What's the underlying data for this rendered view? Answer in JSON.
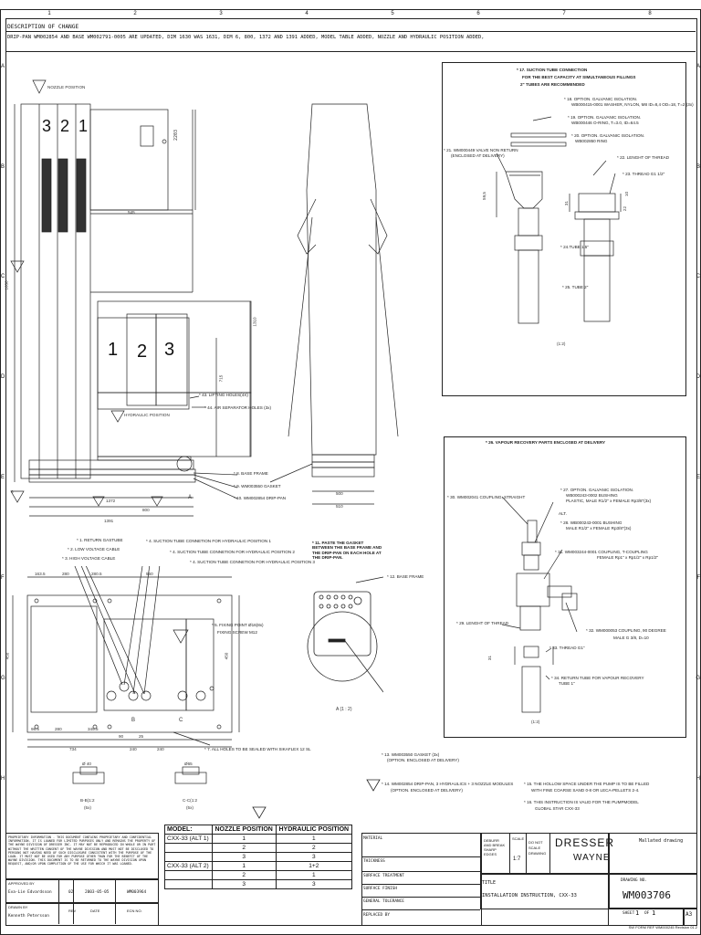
{
  "zones": {
    "cols": [
      "1",
      "2",
      "3",
      "4",
      "5",
      "6",
      "7",
      "8"
    ],
    "rows": [
      "A",
      "B",
      "C",
      "D",
      "E",
      "F",
      "G",
      "H"
    ]
  },
  "revision": {
    "header": "DESCRIPTION OF CHANGE",
    "text": "DRIP-PAN WM002854 AND BASE WM002791-0005 ARE UPDATED, DIM 1630 WAS 1631, DIM 6, 800, 1372 AND 1391  ADDED, MODEL TABLE ADDED,  NOZZLE AND HYDRAULIC POSITION ADDED,"
  },
  "front_view": {
    "nozzle_label": "NOZZLE POSITION",
    "nozzle_numbers": [
      "3",
      "2",
      "1"
    ],
    "hydraulic_numbers": [
      "1",
      "2",
      "3"
    ],
    "hydraulic_label": "HYDRAULIC POSITION",
    "dims": {
      "d2203": "2203",
      "d545": "545",
      "d1630": "1630",
      "d1310": "1310",
      "d715": "715",
      "d6": "6",
      "d1372": "1372",
      "d800": "800",
      "d1391": "1391",
      "d500": "500",
      "d510": "510"
    },
    "callouts": [
      "* 43. LIFTING HOLES(4X)",
      "* 44. AIR SEPARATOR HOLES (3x)",
      "* 8. BASE FRAME",
      "* 9. WM003550 GASKET",
      "* 10. WM002854 DRIP-PAN"
    ],
    "view_a": "A"
  },
  "plan_view": {
    "callouts": [
      "* 1. RETURN GASTUBE",
      "* 2. LOW VOLTAGE CABLE",
      "* 3. HIGH VOLTAGE CABLE",
      "* 4. SUCTION TUBE CONNETION FOR HYDRAULIC POSITION 1",
      "* 4. SUCTION TUBE CONNETION FOR HYDRAULIC POSITION 2",
      "* 4. SUCTION TUBE CONNETION FOR HYDRAULIC POSITION 3",
      "* 5. FIXING POINT Ø16(8x)",
      "FIXING SCREW M12",
      "* 7. ALL HOLES TO BE SEALED WITH SIKAFLEX 12 SL"
    ],
    "dims": {
      "d163_5": "163.5",
      "d280a": "280",
      "d280_5": "280.5",
      "d560": "560",
      "d450a": "450",
      "d450b": "450",
      "d98_5": "98.5",
      "d280b": "280",
      "d345_5": "345.5",
      "d734": "734",
      "d240a": "240",
      "d240b": "240",
      "d90": "90",
      "d25": "25",
      "d40": "Ø 40",
      "d65": "Ø65"
    },
    "sec_b": "B-B(1:2",
    "sec_b_scale": "(5x)",
    "sec_c": "C-C(1:2",
    "sec_c_scale": "(5x)",
    "mark_b": "B",
    "mark_c": "C"
  },
  "detail_a": {
    "note": "* 11. PASTE THE GASKET BETWEEN THE BASE FRAME AND THE DRIP-PAN ON EACH HOLE AT THE DRIP-PAN.",
    "base_frame": "* 12. BASE FRAME",
    "label": "A (1 : 2)",
    "gasket": "* 13. WM003550 GASKET (3x)",
    "gasket2": "(OPTION. ENCLOSED AT DELIVERY)",
    "driptext": "* 14. WM002854 DRIP-PAN, 3 HYDRAULICS + 3 NOZZLE MODULES",
    "driptext2": "(OPTION. ENCLOSED AT DELIVERY)"
  },
  "suction_box": {
    "title1": "* 17. SUCTION TUBE CONNECTION",
    "title2": "FOR THE BEST CAPACITY AT SIMULTANEOUS FILLINGS",
    "title3": "2\" TUBES ARE RECOMMENDED",
    "items": [
      "* 18. OPTION. GALVANIC ISOLATION.",
      "WB000415-0001 WASHER, NYLON, M8 ID=8,4 OD=18, T=2 (3x)",
      "* 19. OPTION. GALVANIC ISOLATION.",
      "WB000446 O-RING, T=3.0, ID=64.5",
      "* 20. OPTION. GALVANIC ISOLATION.",
      "WB002850 RING",
      "* 21. WM000449 VALVE NON RETURN",
      "(ENCLOSED AT DELIVERY)",
      "* 22. LENGHT OF THREAD",
      "* 23. THREAD G1 1/2\"",
      "* 24.TUBE 1.5\"",
      "* 25. TUBE 2\""
    ],
    "dims": {
      "d59_5": "59,5",
      "d31": "31",
      "d10": "10",
      "d22": "22"
    },
    "scale": "(1:2)"
  },
  "vapour_box": {
    "title": "* 26. VAPOUR RECOVERY PARTS ENCLOSED AT DELIVERY",
    "items": [
      "* 27. OPTION. GALVANIC ISOLATION.",
      "WB000243-0002 BUSHING",
      "PLASTIC, MALE R1/2\" x FEMALE Rp3/8\"(3x)",
      "ALT.",
      "* 28. WB000243-0001 BUSHING",
      "MALE R1/2\" x FEMALE Rp3/8\"(3x)",
      "* 30. WM002041 COUPLING, STRAIGHT",
      "* 31. WM003244-0001 COUPLING, T-COUPLING",
      "FEMALE Rp1\" x Rp1/2\" x Rp1/2\"",
      "* 29. LENGHT OF THREAD",
      "* 32. WM000053 COUPLING, 90 DEGREE",
      "MALE G 3/8, D=10",
      "* 33. THREAD G1\"",
      "* 34. RETURN TUBE FOR VAPOUR RECOVERY",
      "TUBE 1\""
    ],
    "dims": {
      "d31": "31"
    },
    "scale": "(1:2)"
  },
  "notes": {
    "n15a": "* 15. THE HOLLOW SPACE UNDER THE PUMP IS TO BE FILLED",
    "n15b": "WITH FINE COARSE SAND 0-8 OR LECA-PELLETS 2-4.",
    "n16a": "* 16. THIS INSTRUCTION IS VALID FOR THE PUMPMODEL",
    "n16b": "GLOBAL STAR CXX-33"
  },
  "model_table": {
    "headers": [
      "MODEL:",
      "NOZZLE POSITION",
      "HYDRAULIC POSITION"
    ],
    "rows": [
      [
        "CXX-33 (ALT 1)",
        "1",
        "1"
      ],
      [
        "",
        "2",
        "2"
      ],
      [
        "",
        "3",
        "3"
      ],
      [
        "CXX-33 (ALT 2)",
        "1",
        "1+2"
      ],
      [
        "",
        "2",
        "1"
      ],
      [
        "",
        "3",
        "3"
      ]
    ]
  },
  "title_block": {
    "proprietary": "PROPRIETARY INFORMATION - THIS DOCUMENT CONTAINS PROPRIETARY AND CONFIDENTIAL INFORMATION. IT IS LOANED FOR LIMITED PURPOSES ONLY AND REMAINS THE PROPERTY OF THE WAYNE DIVISION OF DRESSER INC. IT MAY NOT BE REPRODUCED IN WHOLE OR IN PART WITHOUT THE WRITTEN CONSENT OF THE WAYNE DIVISION AND MUST NOT BE DISCLOSED TO PERSONS NOT HAVING NEED OF SUCH DISCLOSURE CONSISTENT WITH THE PURPOSE OF THE LOAN. IT MUST NOT BE USED FOR ANY PURPOSE OTHER THAN FOR THE BENEFIT OF THE WAYNE DIVISION. THIS DOCUMENT IS TO BE RETURNED TO THE WAYNE DIVISION UPON REQUEST, AND/OR UPON COMPLETION OF THE USE FOR WHICH IT WAS LOANED.",
    "approved_by_label": "APPROVED BY",
    "approved_by": "Eva-Lie  Edvardsson",
    "rev_no": "02",
    "date": "2003-05-05",
    "ecn": "WM003964",
    "drawn_by_label": "DRAWN BY",
    "drawn_by": "Kenneth  Petersson",
    "rev_label": "REV",
    "date_label": "DATE",
    "ecn_label": "ECN NO.",
    "material": "MATERIAL",
    "thickness": "THICKNESS",
    "surface_treatment": "SURFACE TREATMENT",
    "surface_finish": "SURFACE FINISH",
    "general_tolerance": "GENERAL TOLERANCE",
    "replaced_by": "REPLACED BY",
    "deburr": "DEBURR AND BREAK SHARP EDGES",
    "scale_label": "SCALE",
    "scale": "1:7",
    "do_not_scale": "DO NOT SCALE DRAWING",
    "brand1": "DRESSER",
    "brand2": "WAYNE",
    "mated": "Mallated drawing",
    "title_label": "TITLE",
    "title": "INSTALLATION INSTRUCTION, CXX-33",
    "drawing_no_label": "DRAWING NO.",
    "drawing_no": "WM003706",
    "sheet_label": "SHEET",
    "sheet": "1",
    "of_label": "OF",
    "of": "1",
    "size": "A3",
    "footer": "SW   FORM REF WM000245 Revision 01.2"
  }
}
